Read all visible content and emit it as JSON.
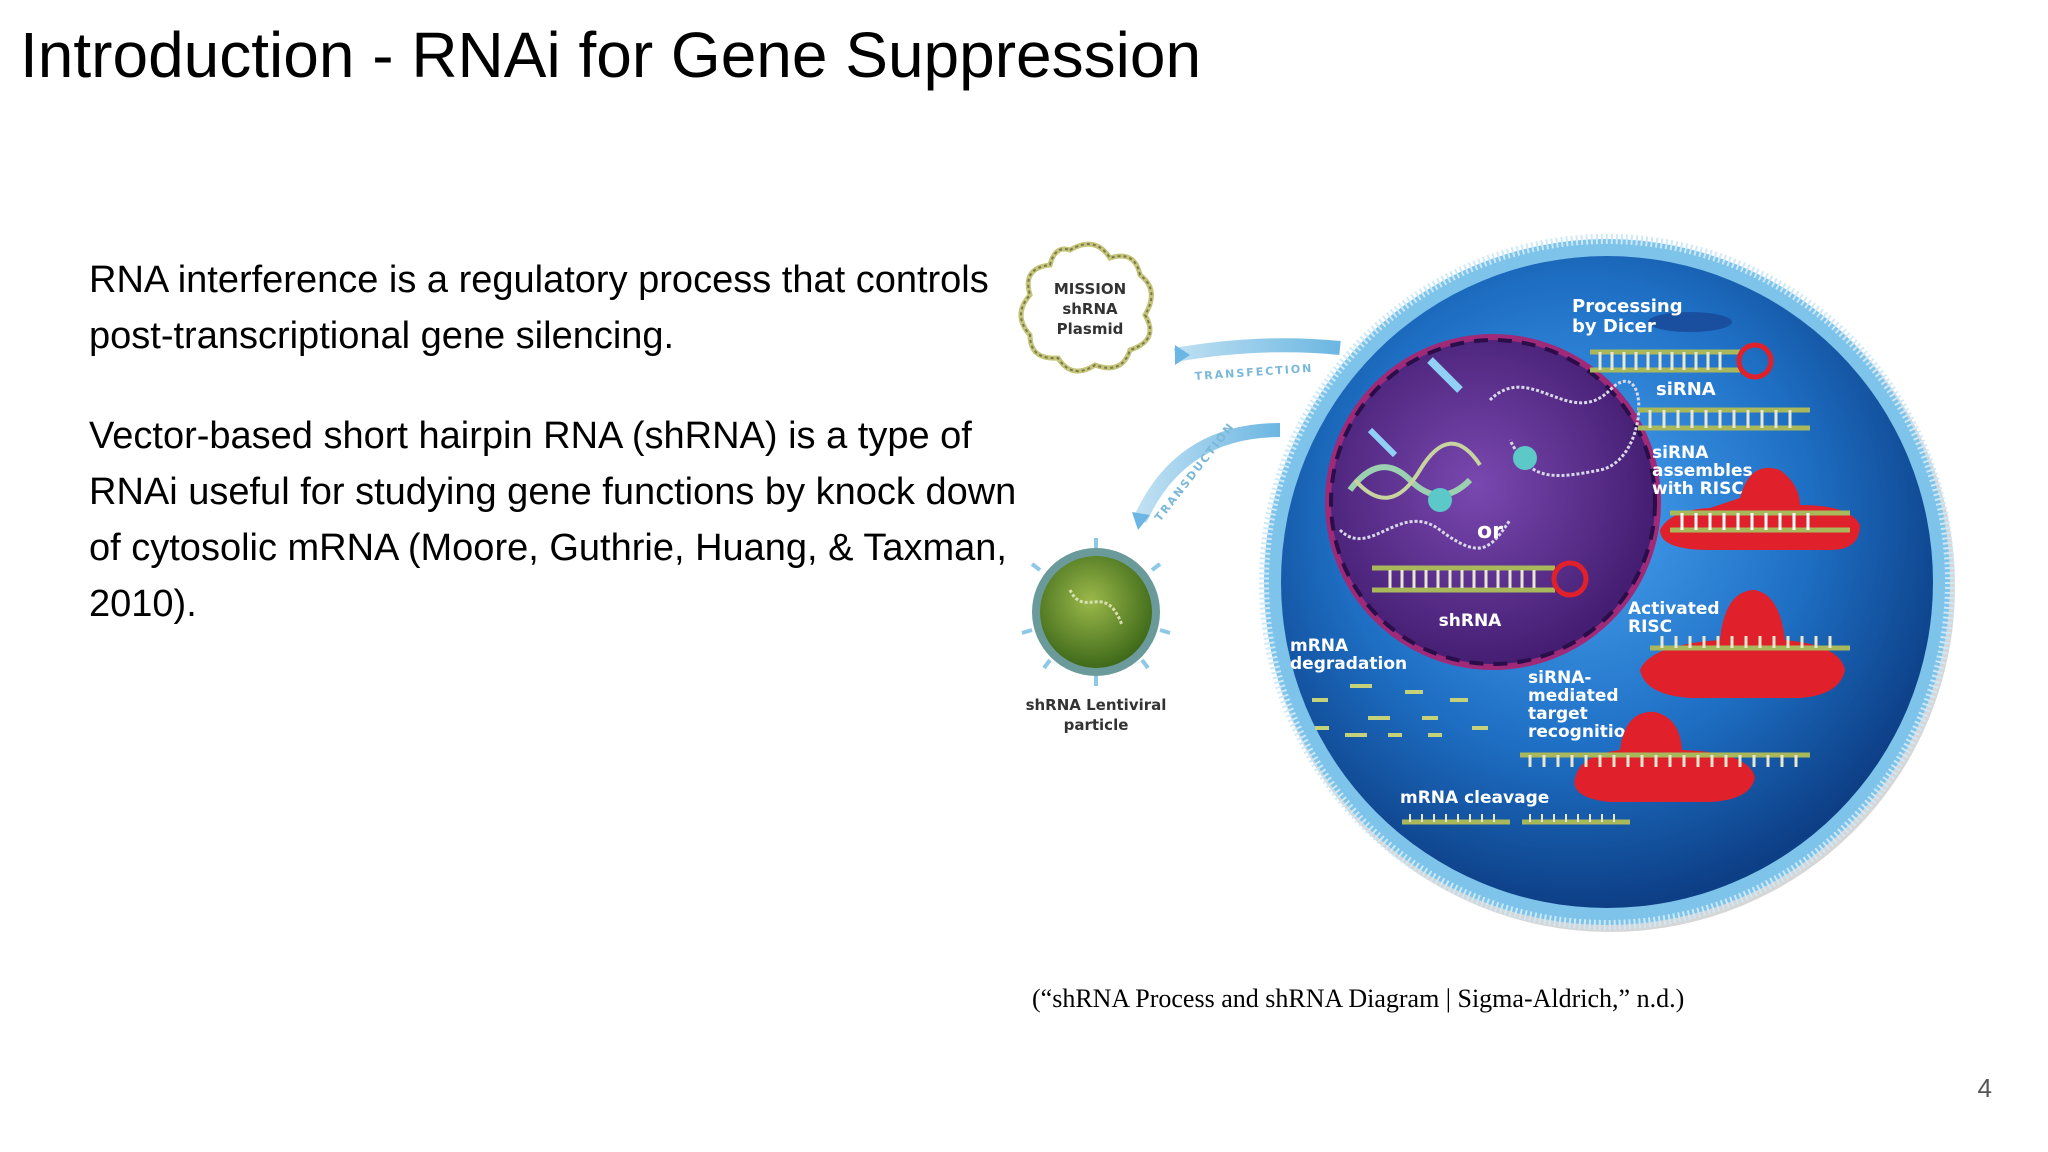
{
  "slide": {
    "title": "Introduction - RNAi for Gene Suppression",
    "paragraph_1": "RNA interference is a regulatory process that controls post-transcriptional gene silencing.",
    "paragraph_2": "Vector-based short hairpin RNA (shRNA) is a type of RNAi useful for studying gene functions by knock down of cytosolic mRNA (Moore, Guthrie, Huang, & Taxman, 2010).",
    "citation": "(“shRNA Process and shRNA Diagram | Sigma-Aldrich,” n.d.)",
    "page_number": "4"
  },
  "diagram": {
    "plasmid_line1": "MISSION",
    "plasmid_line2": "shRNA",
    "plasmid_line3": "Plasmid",
    "lentiviral_line1": "shRNA Lentiviral",
    "lentiviral_line2": "particle",
    "transfection": "TRANSFECTION",
    "transduction": "TRANSDUCTION",
    "or": "or",
    "shrna": "shRNA",
    "processing_line1": "Processing",
    "processing_line2": "by Dicer",
    "sirna": "siRNA",
    "assembles_line1": "siRNA",
    "assembles_line2": "assembles",
    "assembles_line3": "with RISC",
    "activated_line1": "Activated",
    "activated_line2": "RISC",
    "degradation_line1": "mRNA",
    "degradation_line2": "degradation",
    "recognition_line1": "siRNA-",
    "recognition_line2": "mediated",
    "recognition_line3": "target",
    "recognition_line4": "recognition",
    "cleavage": "mRNA cleavage",
    "colors": {
      "cell_blue": "#1e6fc4",
      "nucleus_purple": "#5a2a8a",
      "risc_red": "#e0202a",
      "rna_green": "#a8b85a"
    }
  }
}
